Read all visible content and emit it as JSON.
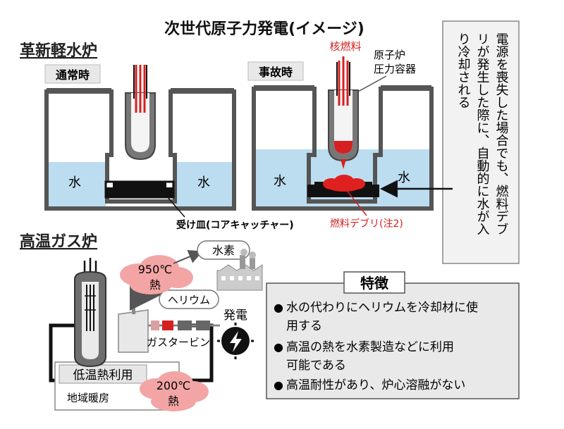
{
  "title": "次世代原子力発電(イメージ)",
  "lwr": {
    "heading": "革新軽水炉",
    "normal_label": "通常時",
    "accident_label": "事故時",
    "water_left": "水",
    "water_right": "水",
    "water_acc_left": "水",
    "water_acc_right": "水",
    "fuel_label": "核燃料",
    "vessel_label_1": "原子炉",
    "vessel_label_2": "圧力容器",
    "catcher_label": "受け皿(コアキャッチャー)",
    "debris_label": "燃料デブリ(注2)",
    "callout_cols": [
      "電源を喪失した場合でも、燃料デブ",
      "リが発生した際に、自動的に水が入",
      "り冷却される"
    ]
  },
  "htgr": {
    "heading": "高温ガス炉",
    "heat_high_1": "950℃",
    "heat_high_2": "熱",
    "hydrogen": "水素",
    "helium": "ヘリウム",
    "turbine": "ガスタービン",
    "power": "発電",
    "low_heat_title": "低温熱利用",
    "district_heating": "地域暖房",
    "heat_low_1": "200℃",
    "heat_low_2": "熱"
  },
  "features": {
    "title": "特徴",
    "bullet": "●",
    "items": [
      [
        "水の代わりにヘリウムを冷却材に使",
        "用する"
      ],
      [
        "高温の熱を水素製造などに利用",
        "可能である"
      ],
      [
        "高温耐性があり、炉心溶融がない"
      ]
    ]
  },
  "colors": {
    "water": "#bcdcf0",
    "wall": "#555555",
    "fuel_red": "#d62020",
    "debris_red": "#e02020",
    "cloud_pink": "#f3a5a5",
    "panel_gray": "#e9e9e9",
    "line_black": "#111111"
  }
}
